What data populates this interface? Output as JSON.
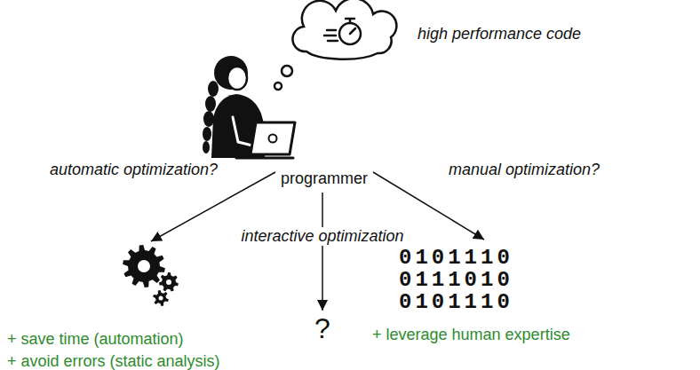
{
  "diagram": {
    "nodes": [
      {
        "text": [
          "programmer"
        ]
      },
      {
        "text": [
          "+ save time (automation)",
          "+ avoid errors (static analysis)"
        ]
      },
      {
        "text": [
          "?"
        ]
      },
      {
        "text": [
          "0101110 0111010 0101110",
          "+ leverage human expertise"
        ]
      }
    ],
    "edges": [
      {
        "from": 0,
        "to": 1,
        "label": "automatic optimization?",
        "arrow": "to"
      },
      {
        "from": 0,
        "to": 2,
        "label": "interactive optimization",
        "arrow": "to"
      },
      {
        "from": 0,
        "to": 3,
        "label": "manual optimization?",
        "arrow": "to"
      }
    ],
    "labels": [
      "high performance code"
    ]
  }
}
